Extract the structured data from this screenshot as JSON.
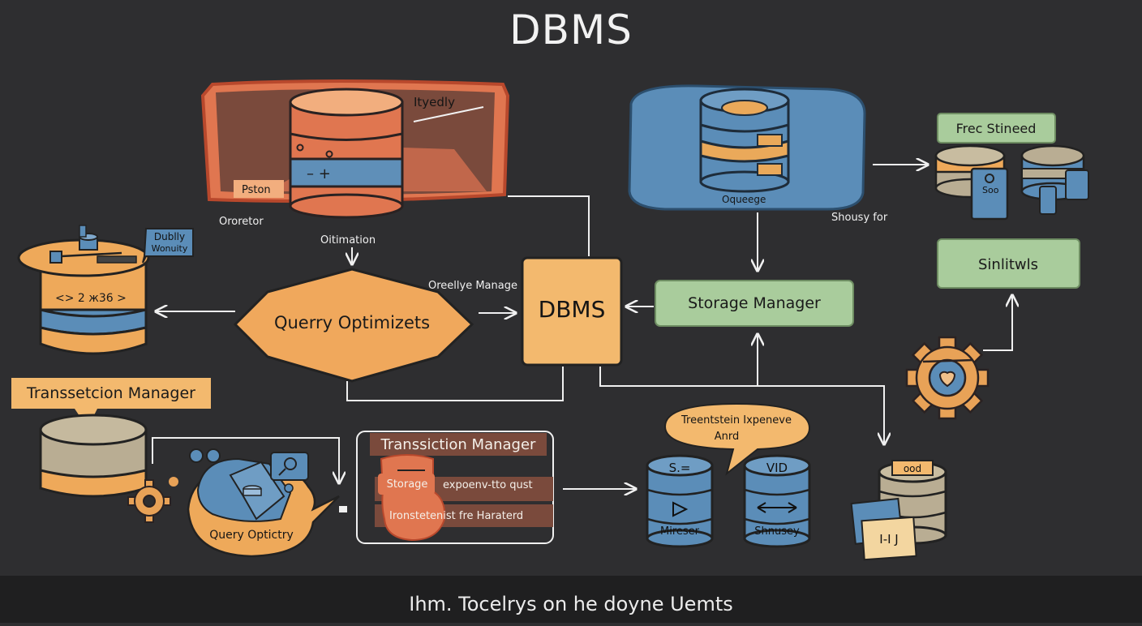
{
  "title": "DBMS",
  "footer": "Ihm. Tocelrys on he doyne Uemts",
  "labels": {
    "ityedly": "Ityedly",
    "pston": "Pston",
    "ororetor": "Ororetor",
    "oitimation": "Oitimation",
    "query_optimizer": "Querry Optimizets",
    "orellye_manage": "Oreellye Manage",
    "dbms_center": "DBMS",
    "storage_manager": "Storage Manager",
    "oqueege": "Oqueege",
    "shousy_for": "Shousy for",
    "frec_stineed": "Frec Stineed",
    "sinlitwls": "Sinlitwls",
    "sao": "Soo",
    "dublly": "Dublly",
    "wonuity": "Wonuity",
    "db_code": "<>  2 ж36 >",
    "transaction_manager_left": "Transsetcion Manager",
    "query_optictry": "Query Optictry",
    "transaction_manager_mid": "Transsiction Manager",
    "storage_pill": "Storage",
    "expoenv": "expoenv-tto qust",
    "ironstetenist": "Ironstetenist fre Haraterd",
    "speech_line1": "Treentstein Ixpeneve",
    "speech_line2": "Anrd",
    "s_eq": "S.=",
    "vid": "VID",
    "mireser": "Mireser",
    "shnusey": "Shnusey",
    "ood": "ood",
    "card_glyph": "I-I J"
  },
  "colors": {
    "background": "#2e2e30",
    "orange": "#e07650",
    "blue": "#5b8db8",
    "tan": "#eea95a",
    "green": "#a9cc9c",
    "beige": "#b9ad93"
  }
}
